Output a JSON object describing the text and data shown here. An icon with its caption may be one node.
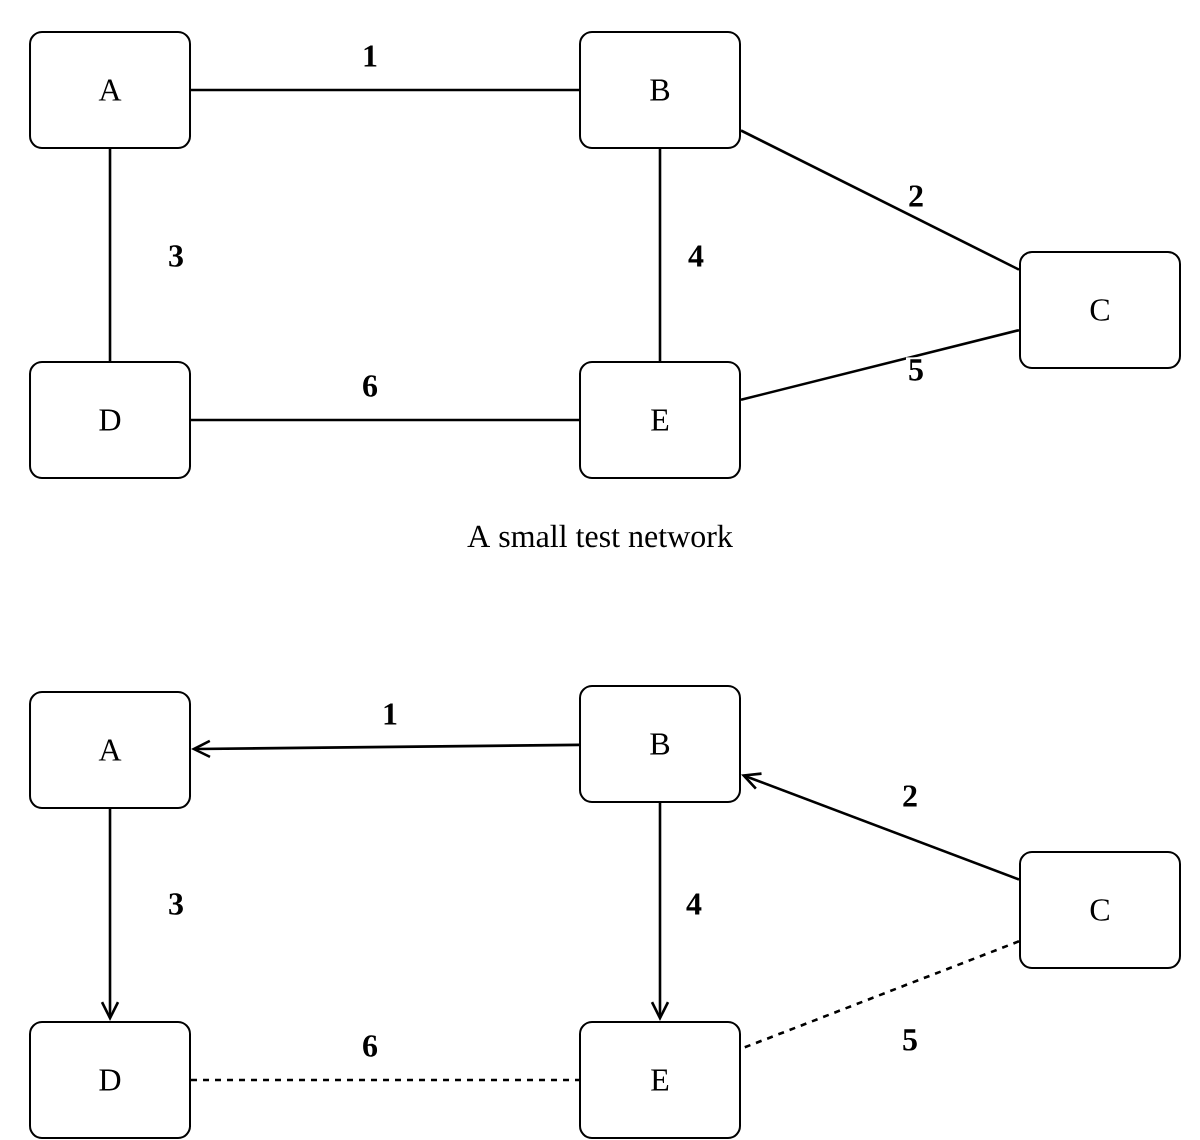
{
  "diagram": {
    "caption": "A small test network",
    "nodes": [
      {
        "text": [
          "A"
        ]
      },
      {
        "text": [
          "B"
        ]
      },
      {
        "text": [
          "C"
        ]
      },
      {
        "text": [
          "D"
        ]
      },
      {
        "text": [
          "E"
        ]
      },
      {
        "text": [
          "A"
        ]
      },
      {
        "text": [
          "B"
        ]
      },
      {
        "text": [
          "C"
        ]
      },
      {
        "text": [
          "D"
        ]
      },
      {
        "text": [
          "E"
        ]
      }
    ],
    "edges": [
      {
        "from": 0,
        "to": 1,
        "arrow": "none",
        "label": "1"
      },
      {
        "from": 1,
        "to": 2,
        "arrow": "none",
        "label": "2"
      },
      {
        "from": 0,
        "to": 3,
        "arrow": "none",
        "label": "3"
      },
      {
        "from": 1,
        "to": 4,
        "arrow": "none",
        "label": "4"
      },
      {
        "from": 4,
        "to": 2,
        "arrow": "none",
        "label": "5"
      },
      {
        "from": 3,
        "to": 4,
        "arrow": "none",
        "label": "6"
      },
      {
        "from": 6,
        "to": 5,
        "arrow": "to",
        "label": "1"
      },
      {
        "from": 7,
        "to": 6,
        "arrow": "to",
        "label": "2"
      },
      {
        "from": 5,
        "to": 8,
        "arrow": "to",
        "label": "3"
      },
      {
        "from": 6,
        "to": 9,
        "arrow": "to",
        "label": "4"
      },
      {
        "from": 7,
        "to": 9,
        "arrow": "none",
        "label": "5",
        "style": "dashed"
      },
      {
        "from": 8,
        "to": 9,
        "arrow": "none",
        "label": "6",
        "style": "dashed"
      }
    ]
  }
}
